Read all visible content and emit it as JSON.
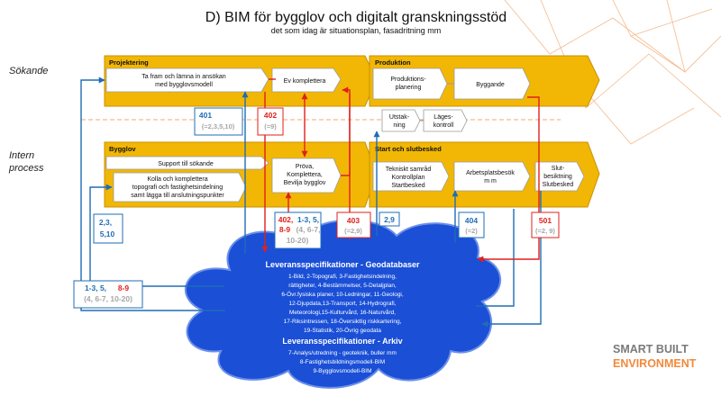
{
  "header": {
    "title": "D) BIM för bygglov och digitalt granskningsstöd",
    "subtitle": "det som idag är situationsplan, fasadritning mm"
  },
  "lanes": {
    "sokande": "Sökande",
    "intern_1": "Intern",
    "intern_2": "process"
  },
  "phases": {
    "projektering": "Projektering",
    "produktion": "Produktion",
    "bygglov": "Bygglov",
    "start": "Start och slutbesked"
  },
  "boxes": {
    "ta_fram_1": "Ta fram och lämna in ansökan",
    "ta_fram_2": "med bygglovsmodell",
    "ev_komplettera": "Ev komplettera",
    "produktionsplanering_1": "Produktions-",
    "produktionsplanering_2": "planering",
    "byggande": "Byggande",
    "utstakning_1": "Utstak-",
    "utstakning_2": "ning",
    "lageskontroll_1": "Läges-",
    "lageskontroll_2": "kontroll",
    "support": "Support till sökande",
    "kolla_1": "Kolla och komplettera",
    "kolla_2": "topografi och fastighetsindelning",
    "kolla_3": "samt lägga till anslutningspunkter",
    "prova_1": "Pröva,",
    "prova_2": "Komplettera,",
    "prova_3": "Bevilja bygglov",
    "tekniskt_1": "Tekniskt samråd",
    "tekniskt_2": "Kontrollplan",
    "tekniskt_3": "Startbesked",
    "arbetsplats_1": "Arbetsplatsbesök",
    "arbetsplats_2": "m m",
    "slut_1": "Slut-",
    "slut_2": "besiktning",
    "slut_3": "Slutbesked"
  },
  "tags": {
    "t401_a": "401",
    "t401_b": "(=2,3,5,10)",
    "t402_a": "402",
    "t402_b": "(=9)",
    "t402b_a": "402,",
    "t402b_b": "1-3, 5,",
    "t402b_c": "8-9",
    "t402b_d": "(4, 6-7,",
    "t402b_e": "10-20)",
    "t403_a": "403",
    "t403_b": "(=2,9)",
    "t29": "2,9",
    "t404_a": "404",
    "t404_b": "(=2)",
    "t501_a": "501",
    "t501_b": "(=2, 9)",
    "t2310_a": "2,3,",
    "t2310_b": "5,10",
    "tleft_a1": "1-3, 5,",
    "tleft_a2": "8-9",
    "tleft_b": "(4, 6-7, 10-20)"
  },
  "cloud": {
    "title1": "Leveransspecifikationer  - Geodatabaser",
    "l1": "1-Bild, 2-Topografi, 3-Fastighetsindelning,",
    "l2": "rättigheter, 4-Bestämmelser, 5-Detaljplan,",
    "l3": "6-Övr.fysiska planer, 10-Ledningar, 11-Geologi,",
    "l4": "12-Djupdata,13-Transport, 14-Hydrografi,",
    "l5": "Meteorologi,15-Kulturvård, 16-Naturvård,",
    "l6": "17-Riksintressen, 18-Översiktlig riskkartering,",
    "l7": "19-Statistik, 20-Övrig geodata",
    "title2": "Leveransspecifikationer  - Arkiv",
    "m1": "7-Analys/utredning  - geoteknik, buller mm",
    "m2": "8-Fastighetsbildningsmodell-BIM",
    "m3": "9-Bygglovsmodell-BIM"
  },
  "logo": {
    "line1": "SMART BUILT",
    "line2": "ENVIRONMENT"
  },
  "colors": {
    "phase_fill": "#f2b705",
    "phase_stroke": "#c98f00",
    "blue": "#1f6db5",
    "red": "#e0201b",
    "grey": "#a6a6a6",
    "cloud": "#1a4fd6",
    "dashed": "#f0a868",
    "logo_orange": "#f08a3c"
  }
}
